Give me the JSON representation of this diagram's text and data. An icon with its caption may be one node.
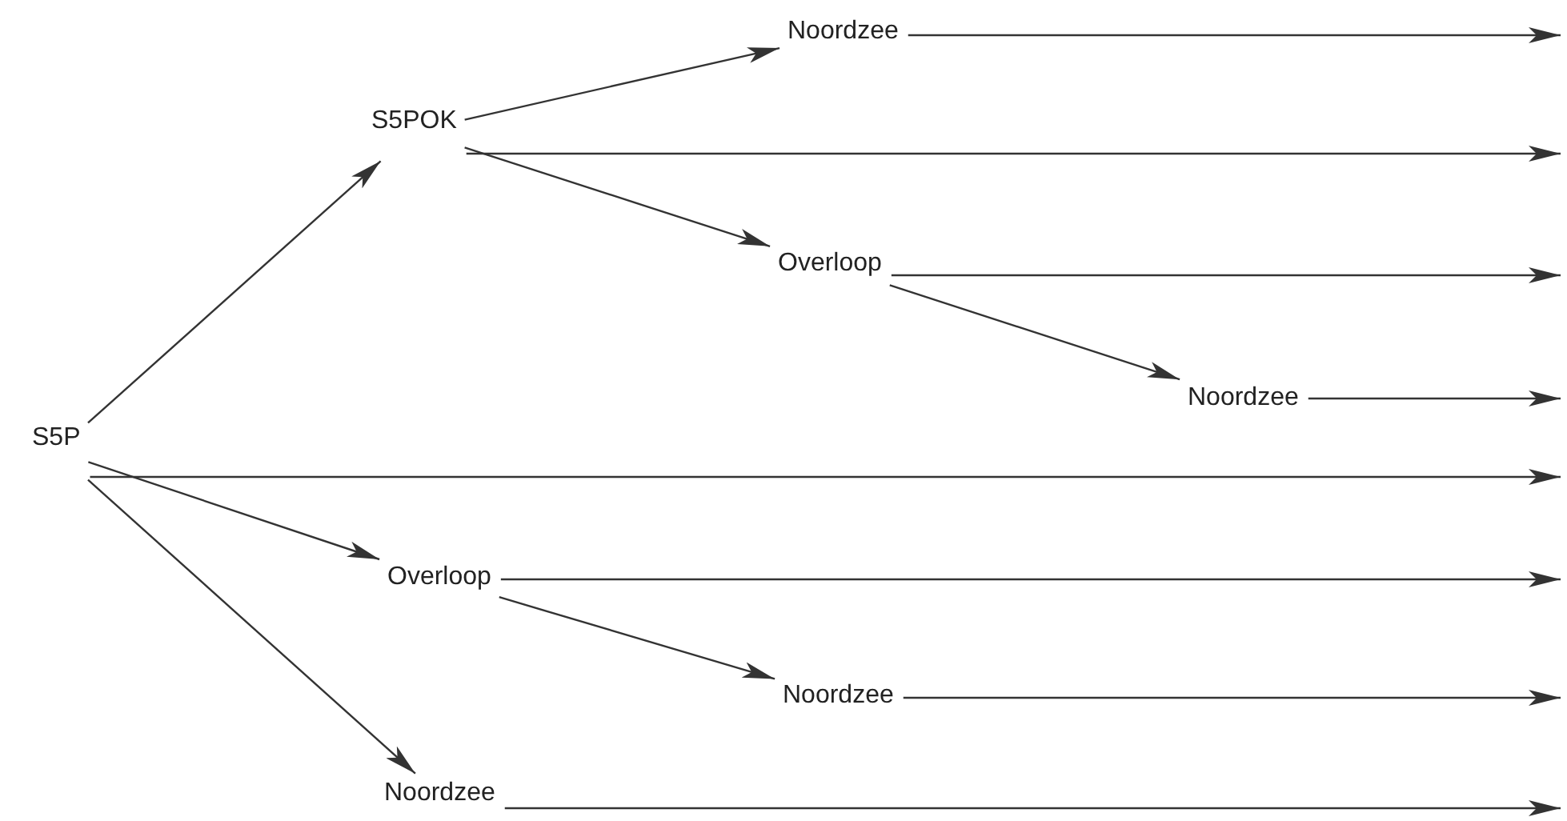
{
  "diagram": {
    "nodes": [
      {
        "text": [
          "S5P"
        ]
      },
      {
        "text": [
          "S5POK"
        ]
      },
      {
        "text": [
          "Noordzee"
        ]
      },
      {
        "text": [
          "Overloop"
        ]
      },
      {
        "text": [
          "Noordzee"
        ]
      },
      {
        "text": [
          "Overloop"
        ]
      },
      {
        "text": [
          "Noordzee"
        ]
      },
      {
        "text": [
          "Noordzee"
        ]
      }
    ],
    "edges": [
      {
        "from": 0,
        "to": 1,
        "arrow": "to"
      },
      {
        "from": 1,
        "to": 2,
        "arrow": "to"
      },
      {
        "from": 1,
        "to": 3,
        "arrow": "to"
      },
      {
        "from": 3,
        "to": 4,
        "arrow": "to"
      },
      {
        "from": 0,
        "to": 5,
        "arrow": "to"
      },
      {
        "from": 5,
        "to": 6,
        "arrow": "to"
      },
      {
        "from": 0,
        "to": 7,
        "arrow": "to"
      },
      {
        "from": 2,
        "to": null,
        "arrow": "to"
      },
      {
        "from": 1,
        "to": null,
        "arrow": "to"
      },
      {
        "from": 3,
        "to": null,
        "arrow": "to"
      },
      {
        "from": 4,
        "to": null,
        "arrow": "to"
      },
      {
        "from": 0,
        "to": null,
        "arrow": "to"
      },
      {
        "from": 5,
        "to": null,
        "arrow": "to"
      },
      {
        "from": 6,
        "to": null,
        "arrow": "to"
      },
      {
        "from": 7,
        "to": null,
        "arrow": "to"
      }
    ]
  }
}
